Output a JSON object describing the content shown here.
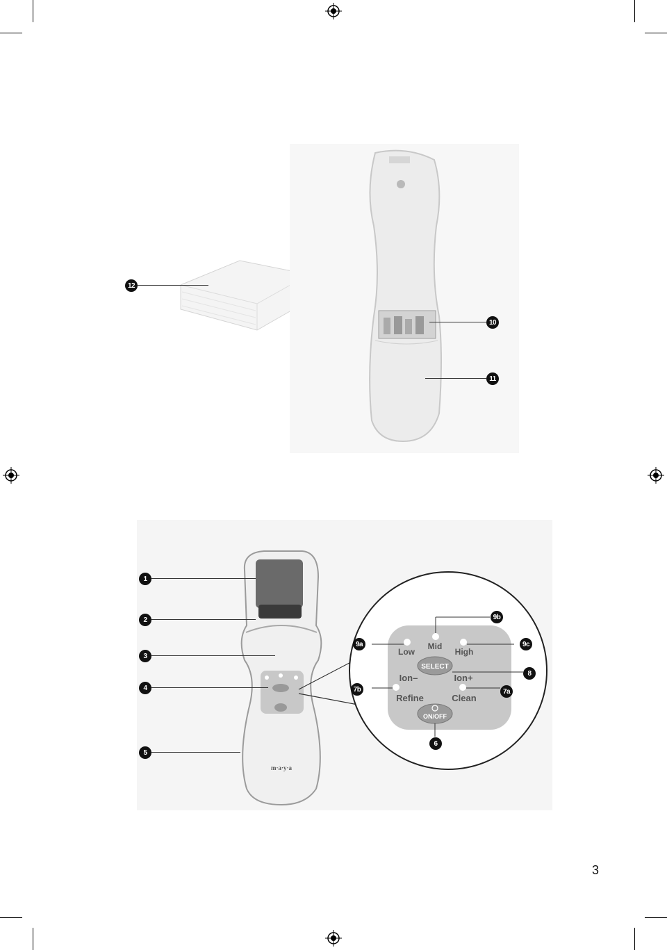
{
  "page": {
    "number": "3"
  },
  "callouts": {
    "c1": "1",
    "c2": "2",
    "c3": "3",
    "c4": "4",
    "c5": "5",
    "c6": "6",
    "c7a": "7a",
    "c7b": "7b",
    "c8": "8",
    "c9a": "9a",
    "c9b": "9b",
    "c9c": "9c",
    "c10": "10",
    "c11": "11",
    "c12": "12"
  },
  "control_panel": {
    "low": "Low",
    "mid": "Mid",
    "high": "High",
    "select": "SELECT",
    "ion_minus": "Ion–",
    "ion_plus": "Ion+",
    "refine": "Refine",
    "clean": "Clean",
    "on_off": "ON/OFF"
  },
  "colors": {
    "device": "#f2f2f2",
    "panel": "#c8c8c8",
    "button": "#9a9a9a",
    "callout": "#111111"
  }
}
